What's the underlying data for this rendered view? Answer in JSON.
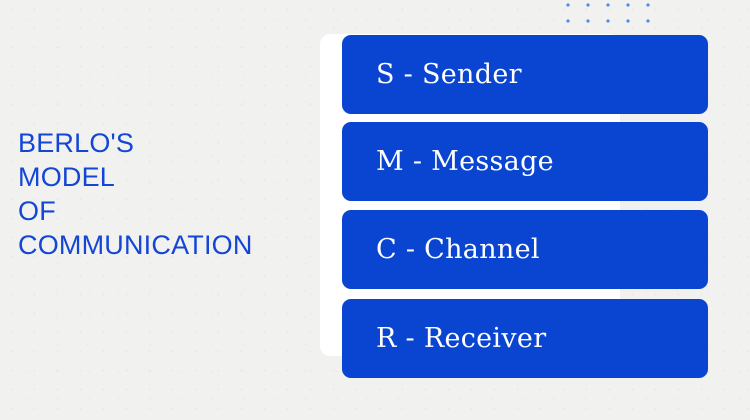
{
  "title_lines": [
    "BERLO'S",
    "MODEL",
    "OF",
    "COMMUNICATION"
  ],
  "items": [
    {
      "label": "S - Sender"
    },
    {
      "label": "M - Message"
    },
    {
      "label": "C - Channel"
    },
    {
      "label": "R - Receiver"
    }
  ],
  "colors": {
    "background": "#f1f1f0",
    "title": "#1446d6",
    "item_fill": "#0a45d1",
    "item_text": "#ffffff",
    "panel": "#ffffff",
    "dots": "#4a90e2"
  },
  "decorations": {
    "dot_grid_icon": "dot-grid-icon"
  }
}
